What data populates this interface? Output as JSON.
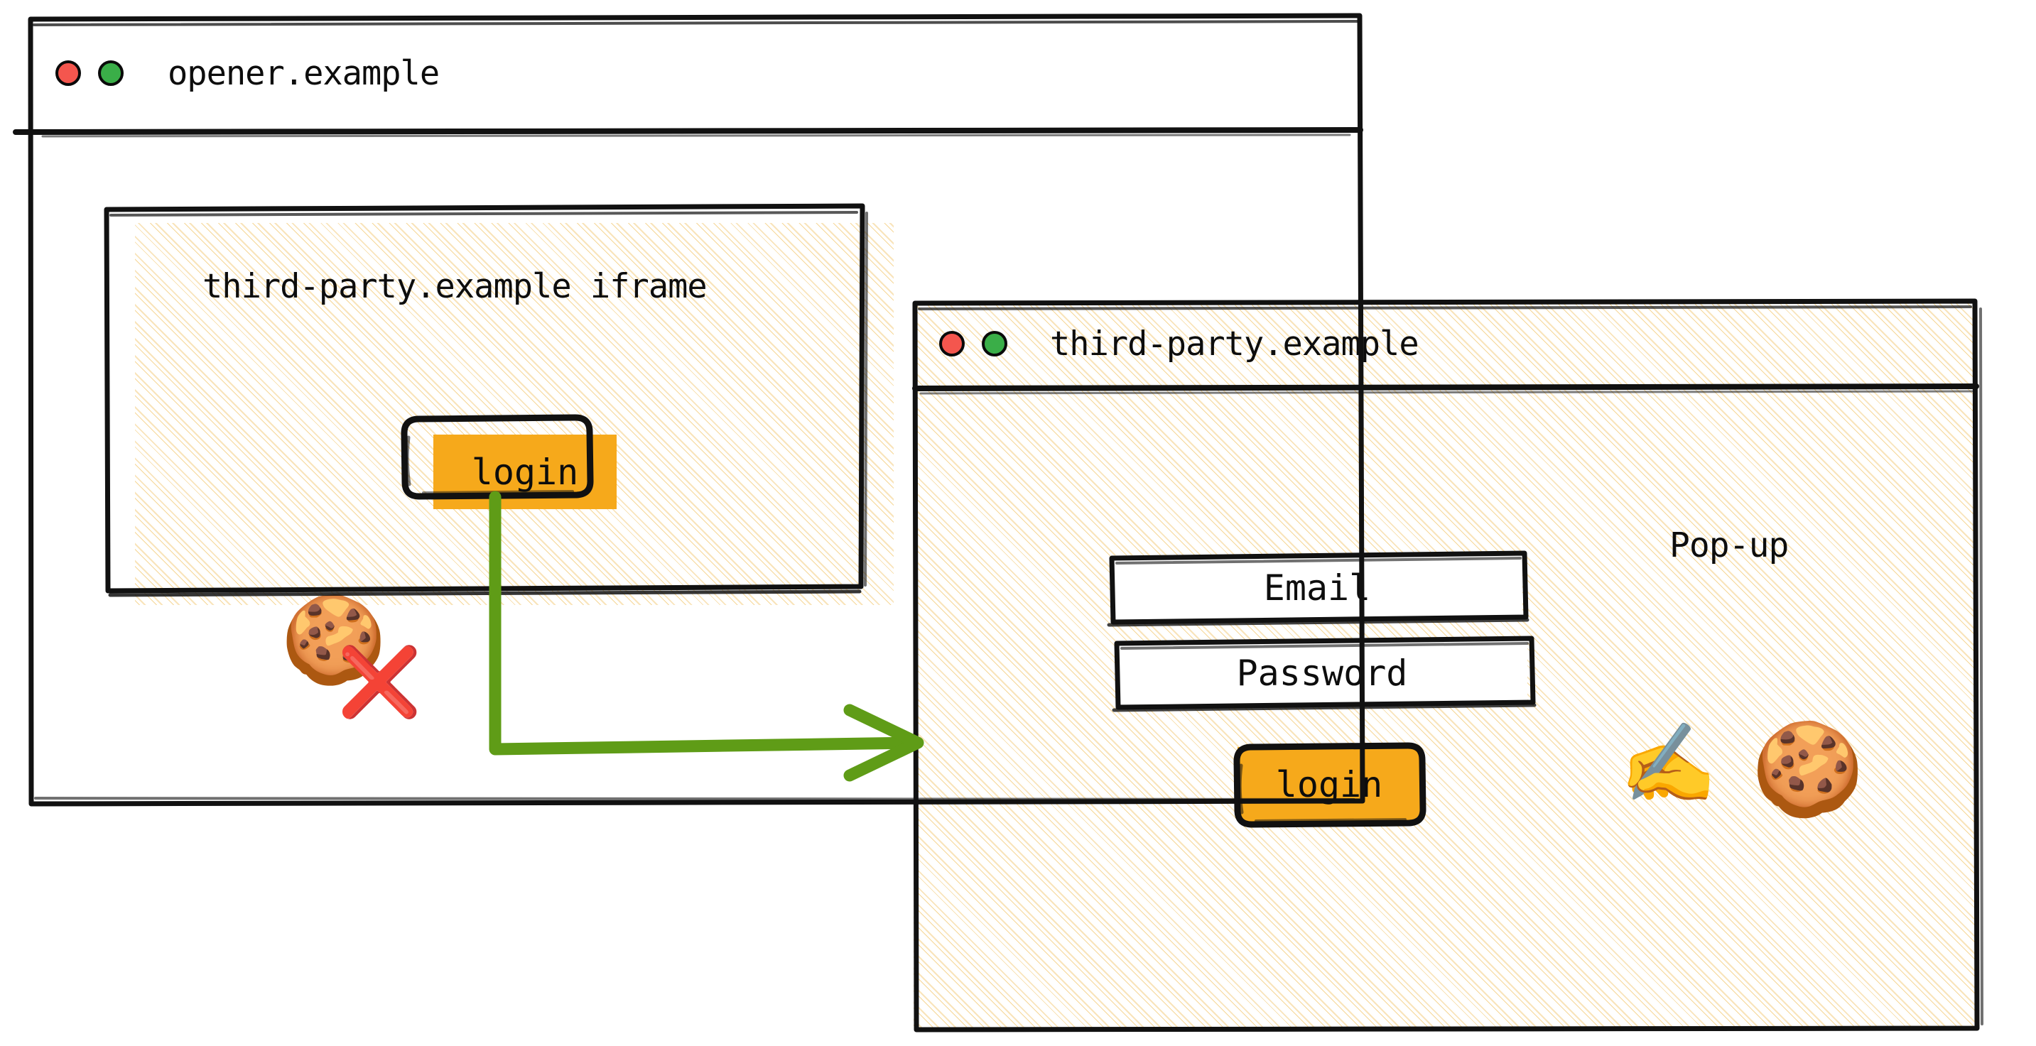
{
  "diagram": {
    "title": "Third-party iframe login via pop-up window",
    "colors": {
      "accent_orange": "#f6a91b",
      "arrow_green": "#5f9c17",
      "dot_red": "#f4564e",
      "dot_green": "#3aae48",
      "hatch_cream": "#f5d085",
      "stroke_black": "#111111",
      "cross_red": "#cc2b2b"
    }
  },
  "opener_window": {
    "title": "opener.example",
    "dots": [
      {
        "name": "close",
        "color": "#f4564e"
      },
      {
        "name": "maximize",
        "color": "#3aae48"
      }
    ],
    "iframe": {
      "label": "third-party.example iframe",
      "cookie_icon": "🍪",
      "cookie_blocked_icon": "❌",
      "login_label": "login"
    }
  },
  "popup_window": {
    "title": "third-party.example",
    "dots": [
      {
        "name": "close",
        "color": "#f4564e"
      },
      {
        "name": "maximize",
        "color": "#3aae48"
      }
    ],
    "callout_label": "Pop-up",
    "fields": [
      {
        "name": "email",
        "label": "Email"
      },
      {
        "name": "password",
        "label": "Password"
      }
    ],
    "login_label": "login",
    "writing_hand_icon": "✍️",
    "cookie_icon": "🍪"
  },
  "flow": {
    "arrow_from": "iframe login button",
    "arrow_to": "pop-up window"
  }
}
